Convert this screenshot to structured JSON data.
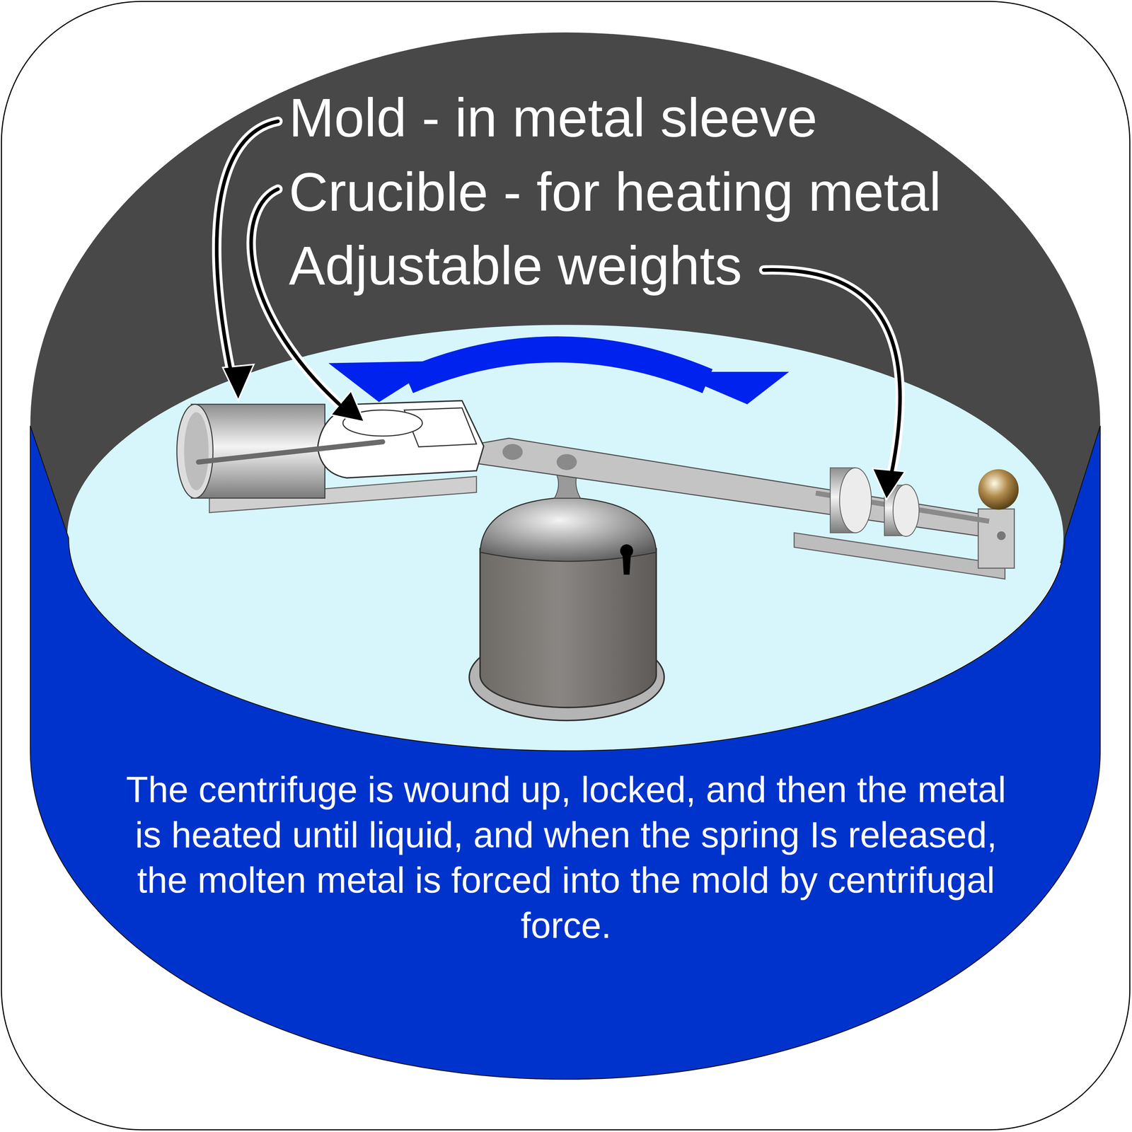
{
  "diagram": {
    "caption": "The centrifuge is wound up, locked, and then the metal is heated until liquid, and when the spring Is released, the molten metal is forced into the mold by centrifugal force.",
    "labels": [
      "Mold - in metal sleeve",
      "Crucible - for heating metal",
      "Adjustable weights"
    ]
  }
}
